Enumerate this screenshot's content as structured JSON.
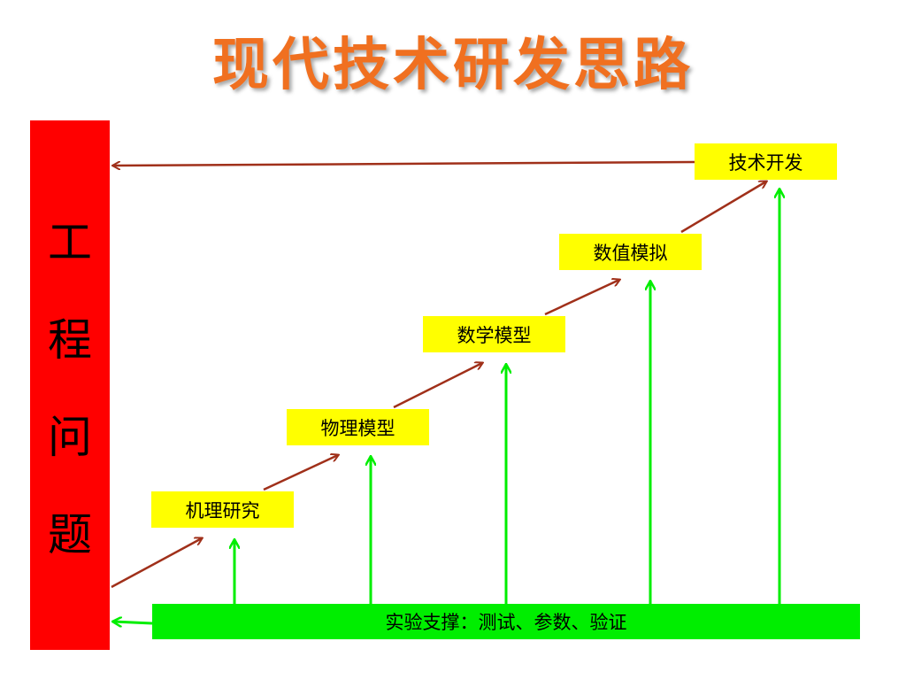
{
  "title": "现代技术研发思路",
  "left_bar": {
    "chars": [
      "工",
      "程",
      "问",
      "题"
    ]
  },
  "steps": [
    {
      "label": "机理研究"
    },
    {
      "label": "物理模型"
    },
    {
      "label": "数学模型"
    },
    {
      "label": "数值模拟"
    },
    {
      "label": "技术开发"
    }
  ],
  "bottom_bar": {
    "label": "实验支撑：测试、参数、验证"
  },
  "colors": {
    "title": "#F07020",
    "left_bar": "#FF0000",
    "step_box": "#FFFF00",
    "bottom_bar": "#00EE00",
    "step_arrow": "#A0301A",
    "support_arrow": "#00EE00"
  }
}
